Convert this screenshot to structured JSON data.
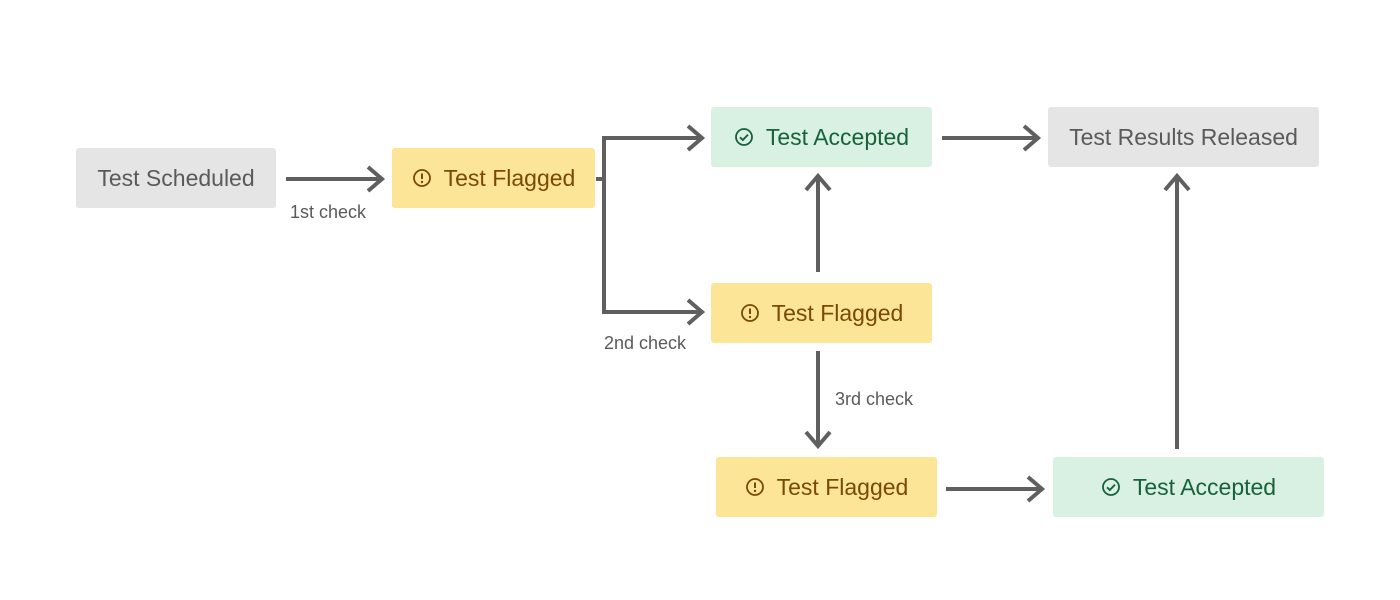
{
  "nodes": {
    "scheduled": {
      "label": "Test Scheduled"
    },
    "flagged_1": {
      "label": "Test Flagged",
      "icon": "alert-circle-icon"
    },
    "accepted_1": {
      "label": "Test Accepted",
      "icon": "check-circle-icon"
    },
    "released": {
      "label": "Test Results Released"
    },
    "flagged_2": {
      "label": "Test Flagged",
      "icon": "alert-circle-icon"
    },
    "flagged_3": {
      "label": "Test Flagged",
      "icon": "alert-circle-icon"
    },
    "accepted_2": {
      "label": "Test Accepted",
      "icon": "check-circle-icon"
    }
  },
  "edge_labels": {
    "first": "1st check",
    "second": "2nd check",
    "third": "3rd check"
  },
  "colors": {
    "neutral_bg": "#e5e5e5",
    "neutral_text": "#5a5a5a",
    "flagged_bg": "#fde597",
    "flagged_text": "#7a4a00",
    "accepted_bg": "#d8f1e3",
    "accepted_text": "#17623a",
    "arrow": "#5f5f5f"
  }
}
